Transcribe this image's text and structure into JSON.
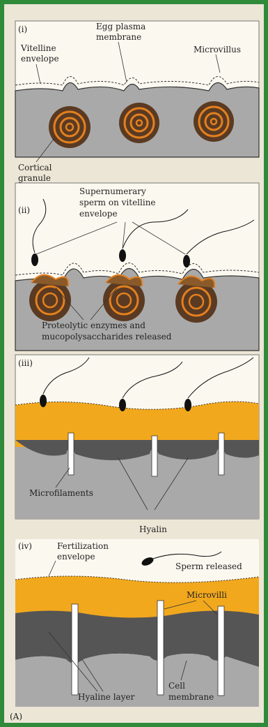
{
  "figure": {
    "panel_label": "(A)",
    "stage_i": {
      "numeral": "(i)",
      "label_vitelline": [
        "Vitelline",
        "envelope"
      ],
      "label_egg_membrane": [
        "Egg plasma",
        "membrane"
      ],
      "label_microvillus": "Microvillus",
      "label_cortical": [
        "Cortical",
        "granule"
      ]
    },
    "stage_ii": {
      "numeral": "(ii)",
      "label_supernumerary": [
        "Supernumerary",
        "sperm on vitelline",
        "envelope"
      ],
      "label_proteolytic": [
        "Proteolytic enzymes and",
        "mucopolysaccharides released"
      ]
    },
    "stage_iii": {
      "numeral": "(iii)",
      "label_microfilaments": "Microfilaments",
      "label_hyalin": "Hyalin"
    },
    "stage_iv": {
      "numeral": "(iv)",
      "label_fertilization": [
        "Fertilization",
        "envelope"
      ],
      "label_sperm_released": "Sperm released",
      "label_microvilli": "Microvilli",
      "label_hyaline_layer": "Hyaline layer",
      "label_cell_membrane": [
        "Cell",
        "membrane"
      ]
    },
    "colors": {
      "frame": "#2f8a3a",
      "background": "#ece6d6",
      "cytoplasm": "#a9a9a9",
      "envelope_orange": "#f2a81d",
      "hyaline_dark": "#555555",
      "granule": "#5a3a22",
      "granule_ring": "#e3801f"
    }
  }
}
